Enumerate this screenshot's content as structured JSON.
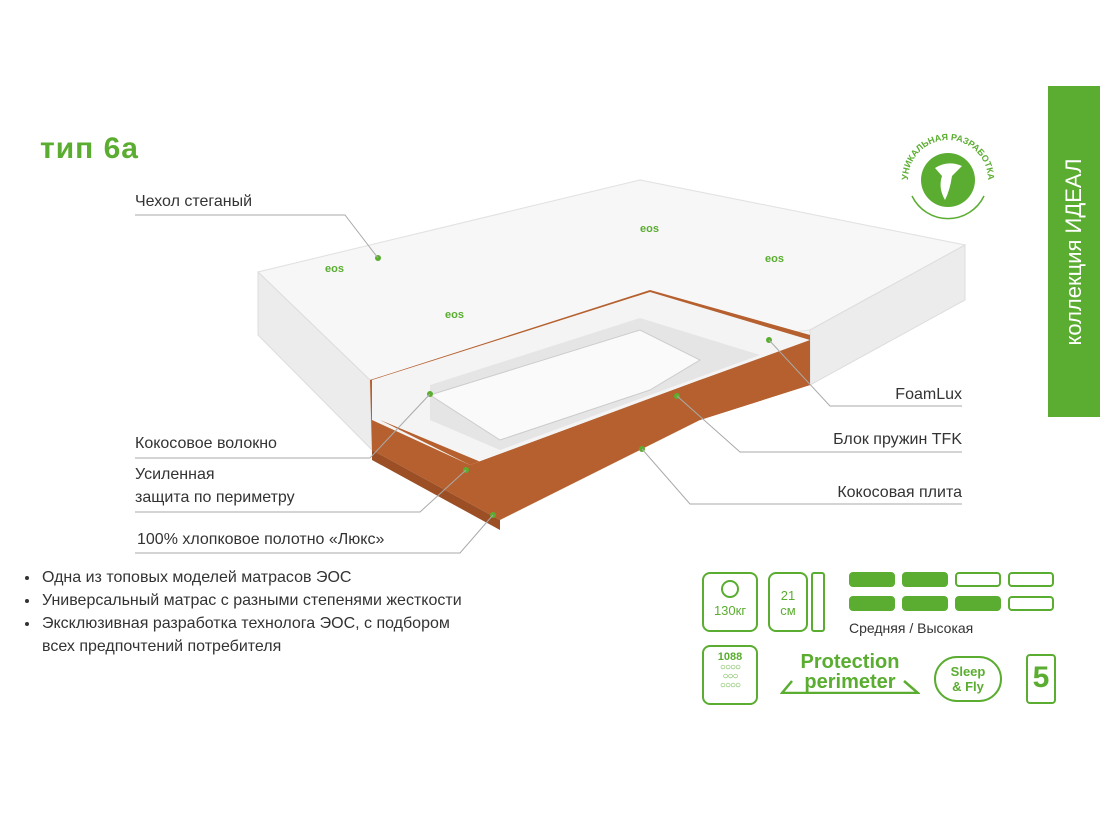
{
  "title": "тип 6а",
  "collection": "коллекция ИДЕАЛ",
  "badge": "УНИКАЛЬНАЯ РАЗРАБОТКА",
  "brand": "eos",
  "layers": {
    "cover": "Чехол стеганый",
    "coir_fiber": "Кокосовое волокно",
    "perimeter_1": "Усиленная",
    "perimeter_2": "защита по периметру",
    "cotton": "100% хлопковое полотно «Люкс»",
    "foam": "FoamLux",
    "springs": "Блок пружин TFK",
    "coir_plate": "Кокосовая плита"
  },
  "bullets": [
    "Одна из топовых моделей матрасов ЭОС",
    "Универсальный матрас с разными степенями жесткости",
    "Эксклюзивная разработка технолога ЭОС, с подбором",
    "всех предпочтений потребителя"
  ],
  "specs": {
    "load": "130кг",
    "height_num": "21",
    "height_unit": "см",
    "firmness_label": "Средняя / Высокая",
    "firmness_side1": 2,
    "firmness_side2": 3,
    "firmness_max": 4,
    "springs": "1088",
    "protection_1": "Protection",
    "protection_2": "perimeter",
    "sleep_1": "Sleep",
    "sleep_2": "& Fly",
    "warranty": "5"
  },
  "colors": {
    "accent": "#5aad30",
    "coir": "#b5602e"
  }
}
